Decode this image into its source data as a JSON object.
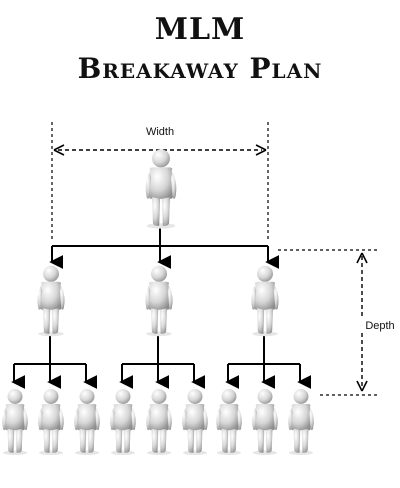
{
  "header": {
    "title": "MLM",
    "subtitle": "Breakaway Plan"
  },
  "labels": {
    "width": "Width",
    "depth": "Depth"
  },
  "colors": {
    "line": "#000000",
    "figure_light": "#f2f2f2",
    "figure_dark": "#9a9a9a"
  }
}
